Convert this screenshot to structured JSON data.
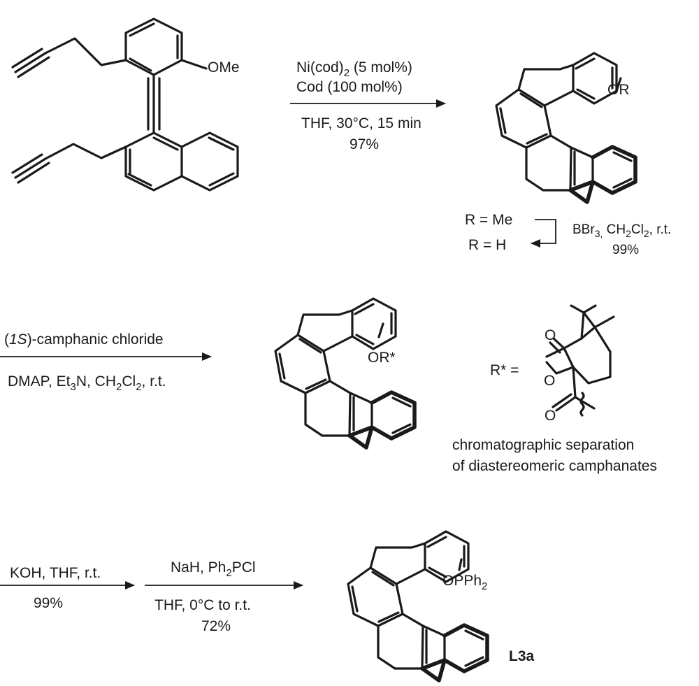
{
  "step1": {
    "line1_pre": "Ni(cod)",
    "line1_sub": "2",
    "line1_post": " (5 mol%)",
    "line2": "Cod (100 mol%)",
    "line3": "THF, 30°C, 15 min",
    "line4": "97%"
  },
  "start_material": {
    "ome_label": "OMe"
  },
  "helicene1": {
    "or_label": "OR"
  },
  "deprotection": {
    "r_me": "R = Me",
    "r_h": "R = H",
    "reagent_pre": "BBr",
    "reagent_sub1": "3,",
    "reagent_mid": " CH",
    "reagent_sub2": "2",
    "reagent_cl": "Cl",
    "reagent_sub3": "2",
    "reagent_post": ", r.t.",
    "yield": "99%"
  },
  "step2": {
    "line1_paren_open": "(",
    "line1_italic": "1S",
    "line1_post": ")-camphanic chloride",
    "line2_pre": "DMAP, Et",
    "line2_sub1": "3",
    "line2_mid": "N, CH",
    "line2_sub2": "2",
    "line2_cl": "Cl",
    "line2_sub3": "2",
    "line2_post": ", r.t."
  },
  "helicene2": {
    "or_label": "OR*"
  },
  "camphanate": {
    "rstar_label": "R* =",
    "o_carbonyl": "O",
    "o_ring": "O",
    "o_ester": "O",
    "note_line1": "chromatographic separation",
    "note_line2": "of diastereomeric camphanates"
  },
  "step3": {
    "line1": "KOH, THF, r.t.",
    "line2": "99%"
  },
  "step4": {
    "line1_pre": "NaH, Ph",
    "line1_sub": "2",
    "line1_post": "PCl",
    "line2": "THF, 0°C to r.t.",
    "line3": "72%"
  },
  "helicene3": {
    "opph_pre": "OPPh",
    "opph_sub": "2",
    "compound_label": "L3a"
  }
}
